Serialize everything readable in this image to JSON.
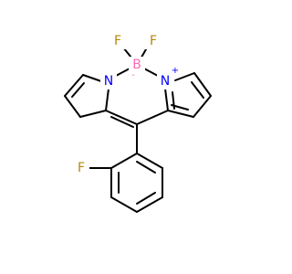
{
  "molecule": {
    "atoms": {
      "boron": {
        "symbol": "B",
        "charge": "-"
      },
      "fluorine_left": {
        "symbol": "F"
      },
      "fluorine_right": {
        "symbol": "F"
      },
      "nitrogen_left": {
        "symbol": "N"
      },
      "nitrogen_right": {
        "symbol": "N",
        "charge": "+"
      },
      "fluorine_aryl": {
        "symbol": "F"
      }
    },
    "colors": {
      "bond": "#000000",
      "boron": "#ff69b4",
      "fluorine": "#b8860b",
      "nitrogen": "#0000ff"
    }
  }
}
